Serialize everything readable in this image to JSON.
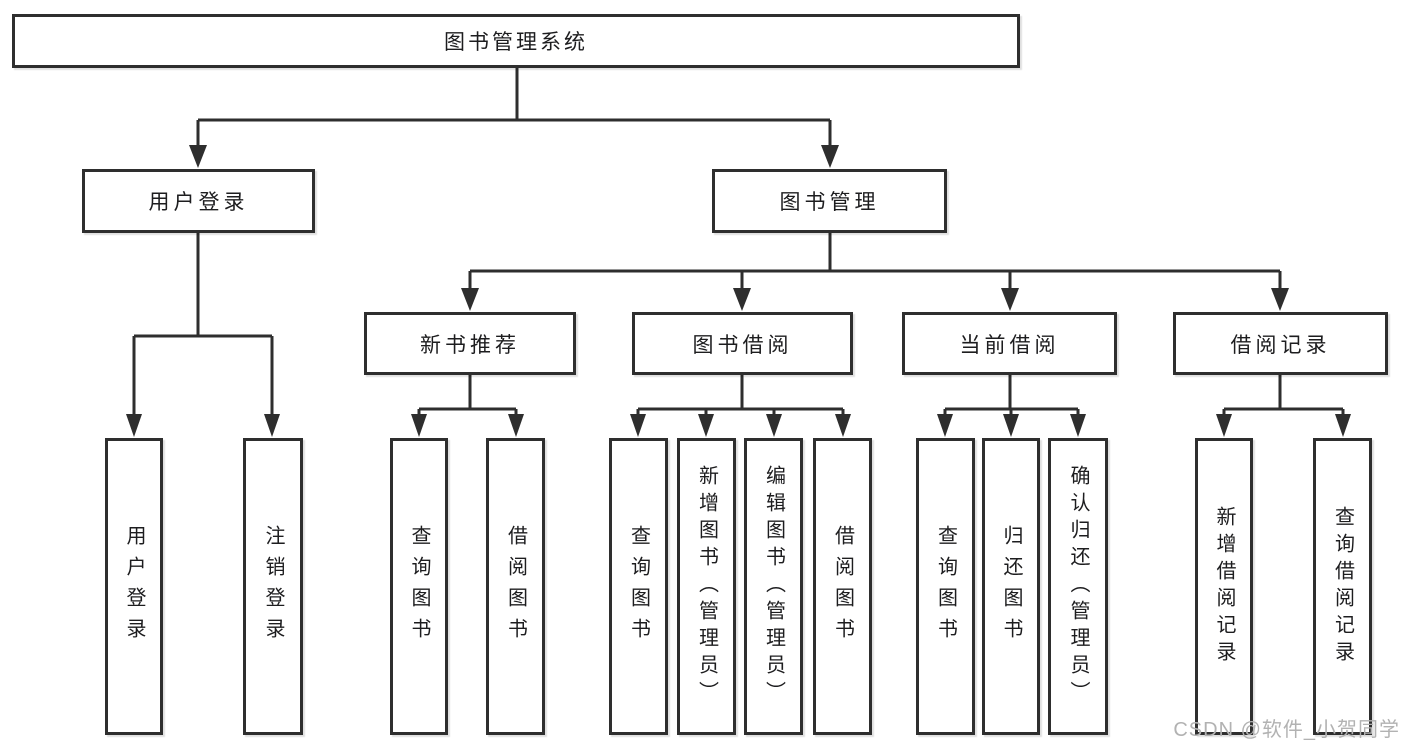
{
  "tree": {
    "label": "图书管理系统",
    "children": [
      {
        "label": "用户登录",
        "children": [
          {
            "label": "用户登录"
          },
          {
            "label": "注销登录"
          }
        ]
      },
      {
        "label": "图书管理",
        "children": [
          {
            "label": "新书推荐",
            "children": [
              {
                "label": "查询图书"
              },
              {
                "label": "借阅图书"
              }
            ]
          },
          {
            "label": "图书借阅",
            "children": [
              {
                "label": "查询图书"
              },
              {
                "label": "新增图书（管理员）"
              },
              {
                "label": "编辑图书（管理员）"
              },
              {
                "label": "借阅图书"
              }
            ]
          },
          {
            "label": "当前借阅",
            "children": [
              {
                "label": "查询图书"
              },
              {
                "label": "归还图书"
              },
              {
                "label": "确认归还（管理员）"
              }
            ]
          },
          {
            "label": "借阅记录",
            "children": [
              {
                "label": "新增借阅记录"
              },
              {
                "label": "查询借阅记录"
              }
            ]
          }
        ]
      }
    ]
  },
  "watermark": "CSDN @软件_小贺同学",
  "colors": {
    "line": "#2e2e2e",
    "box_border": "#2e2e2e",
    "text": "#1d1d1f",
    "background": "#ffffff",
    "watermark": "#b2b2b2"
  }
}
